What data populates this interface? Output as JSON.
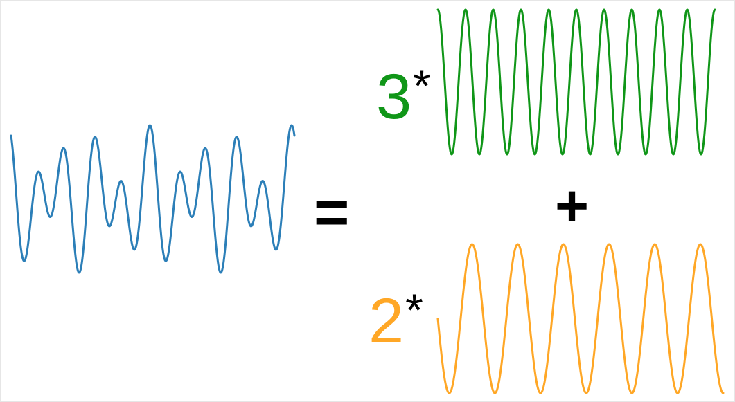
{
  "equation": {
    "equals_symbol": "=",
    "plus_symbol": "+",
    "term1": {
      "coefficient": "3",
      "operator": "*",
      "color": "#109618",
      "cycles": 10
    },
    "term2": {
      "coefficient": "2",
      "operator": "*",
      "color": "#ffa726",
      "cycles": 6
    },
    "sum": {
      "color": "#2c7fb8"
    }
  }
}
